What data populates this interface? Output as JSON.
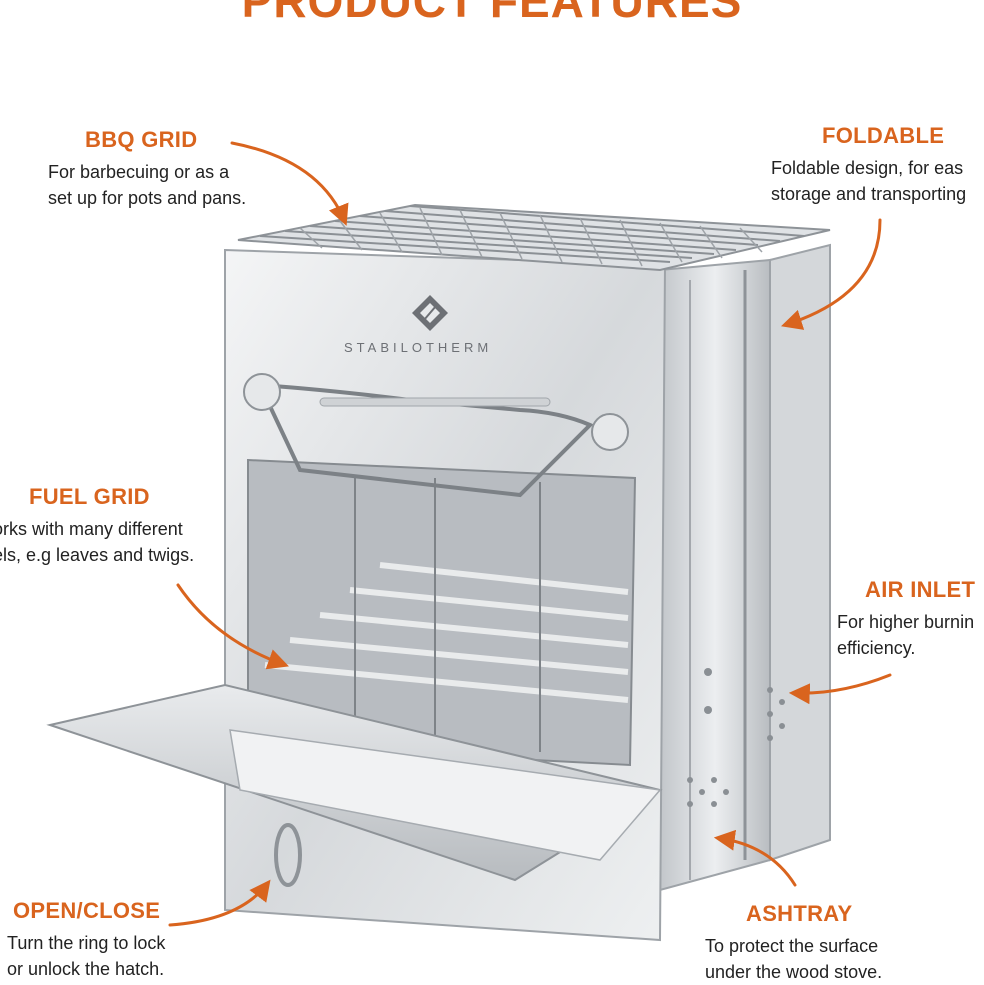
{
  "title": "PRODUCT FEATURES",
  "brand": "STABILOTHERM",
  "colors": {
    "accent": "#d9641e",
    "body_text": "#222222",
    "steel": "#c9ccd0"
  },
  "features": {
    "bbq_grid": {
      "title": "BBQ GRID",
      "line1": "For barbecuing or as a",
      "line2": "set up for pots and pans."
    },
    "foldable": {
      "title": "FOLDABLE",
      "line1": "Foldable design, for eas",
      "line2": "storage and transporting"
    },
    "fuel_grid": {
      "title": "FUEL GRID",
      "line1": "orks with many different",
      "line2": "els, e.g leaves and twigs."
    },
    "air_inlet": {
      "title": "AIR INLET",
      "line1": "For higher burnin",
      "line2": "efficiency."
    },
    "open_close": {
      "title": "OPEN/CLOSE",
      "line1": "Turn the ring to lock",
      "line2": "or unlock the hatch."
    },
    "ashtray": {
      "title": "ASHTRAY",
      "line1": "To protect the surface",
      "line2": "under the wood stove."
    }
  }
}
